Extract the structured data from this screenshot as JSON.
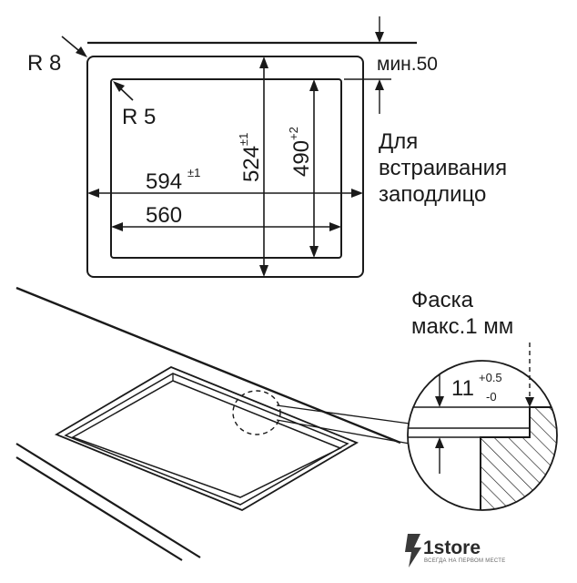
{
  "labels": {
    "outer_radius": "R 8",
    "inner_radius": "R 5",
    "min_gap": "мин.50",
    "width_outer": "594",
    "width_outer_tol": "±1",
    "width_inner": "560",
    "height_outer": "524",
    "height_outer_tol": "±1",
    "height_inner": "490",
    "height_inner_tol": "+2",
    "flush_line1": "Для",
    "flush_line2": "встраивания",
    "flush_line3": "заподлицо",
    "chamfer_line1": "Фаска",
    "chamfer_line2": "макс.1 мм",
    "depth": "11",
    "depth_tol_plus": "+0.5",
    "depth_tol_minus": "-0"
  },
  "watermark": {
    "brand": "1store",
    "tagline": "ВСЕГДА НА ПЕРВОМ МЕСТЕ"
  }
}
